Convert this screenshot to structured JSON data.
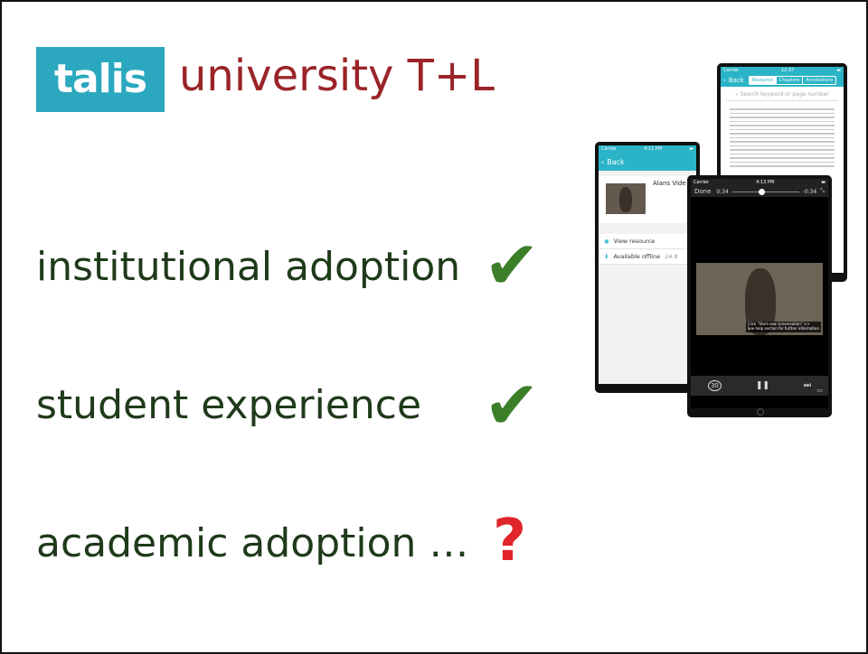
{
  "logo": {
    "text": "talis"
  },
  "title": "university T+L",
  "points": [
    {
      "text": "institutional adoption",
      "status": "check"
    },
    {
      "text": "student experience",
      "status": "check"
    },
    {
      "text": "academic adoption …",
      "status": "question"
    }
  ],
  "marks": {
    "check": "✔",
    "question": "?"
  },
  "colors": {
    "logo_bg": "#2ba8bf",
    "title": "#9a2428",
    "text": "#1f3a1a",
    "check": "#3c7f29",
    "question": "#e0262b",
    "app_teal": "#2bb4c7"
  },
  "device_reader": {
    "carrier": "Carrier",
    "time": "12:37",
    "back_label": "Back",
    "tabs": [
      "Resource",
      "Chapters",
      "Annotations"
    ],
    "search_placeholder": "Search keyword or page number"
  },
  "device_list": {
    "carrier": "Carrier",
    "time": "4:11 PM",
    "back_label": "Back",
    "item_title": "Alans Vide",
    "actions": [
      {
        "icon": "eye-icon",
        "label": "View resource"
      },
      {
        "icon": "download-icon",
        "label": "Available offline",
        "extra": "24.8"
      }
    ]
  },
  "device_player": {
    "carrier": "Carrier",
    "time": "4:13 PM",
    "done_label": "Done",
    "elapsed": "0:34",
    "remaining": "-0:34",
    "caption_line1": "Click \"Start new conversation\" >>",
    "caption_line2": "See help section for further information",
    "rewind_label": "30"
  }
}
